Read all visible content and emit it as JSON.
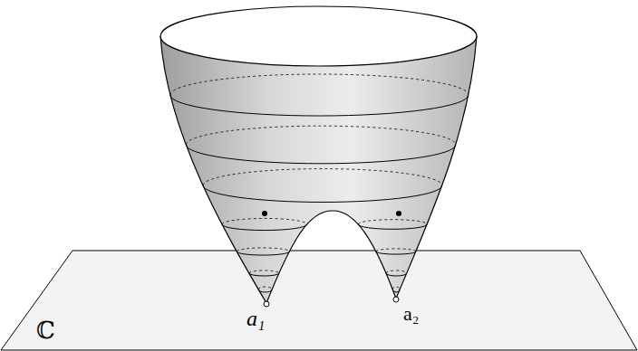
{
  "diagram": {
    "labels": [
      "a₁",
      "a₂",
      "ℂ"
    ]
  }
}
